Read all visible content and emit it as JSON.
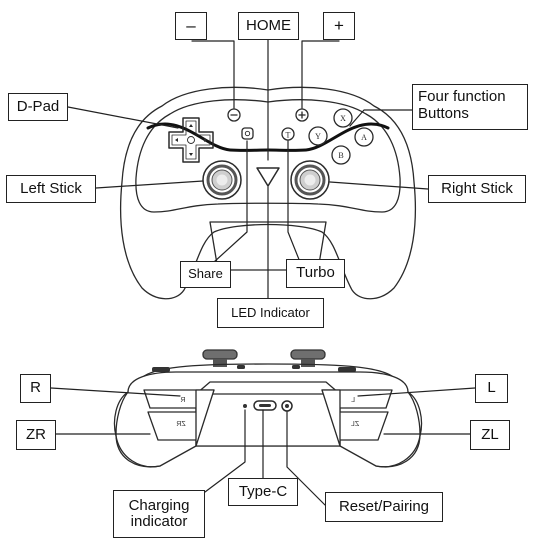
{
  "labels": {
    "minus": "–",
    "home": "HOME",
    "plus": "+",
    "dpad": "D-Pad",
    "four_function_line1": "Four function",
    "four_function_line2": "Buttons",
    "left_stick": "Left Stick",
    "right_stick": "Right Stick",
    "share": "Share",
    "turbo": "Turbo",
    "led_indicator": "LED Indicator",
    "r": "R",
    "l": "L",
    "zr": "ZR",
    "zl": "ZL",
    "charging_line1": "Charging",
    "charging_line2": "indicator",
    "type_c": "Type-C",
    "reset_pairing": "Reset/Pairing"
  },
  "controller_marks": {
    "face_buttons": [
      "X",
      "Y",
      "A",
      "B"
    ],
    "shoulder_marks": [
      "R",
      "ZR",
      "L",
      "ZL"
    ]
  }
}
